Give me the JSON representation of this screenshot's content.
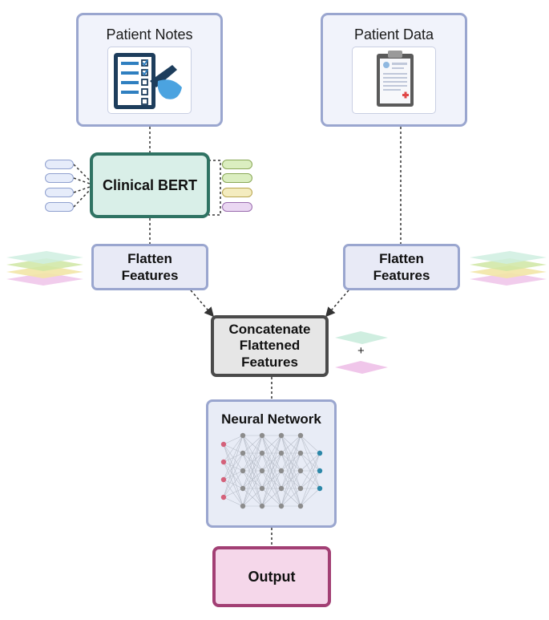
{
  "nodes": {
    "patient_notes": {
      "title": "Patient Notes",
      "icon": "checklist-writing-icon"
    },
    "patient_data": {
      "title": "Patient Data",
      "icon": "clipboard-record-icon"
    },
    "clinical_bert": {
      "label": "Clinical BERT"
    },
    "flatten_left": {
      "line1": "Flatten",
      "line2": "Features"
    },
    "flatten_right": {
      "line1": "Flatten",
      "line2": "Features"
    },
    "concatenate": {
      "line1": "Concatenate",
      "line2": "Flattened",
      "line3": "Features"
    },
    "neural_network": {
      "title": "Neural Network",
      "icon": "neural-network-icon"
    },
    "output": {
      "label": "Output"
    }
  },
  "concat_symbol": "+",
  "colors": {
    "input_border": "#9aa6cf",
    "bert_border": "#2f7363",
    "bert_fill": "#d9efe8",
    "concat_border": "#4a4a4a",
    "output_border": "#a23f74",
    "output_fill": "#f5d7ea",
    "nn_input_node": "#d4617a",
    "nn_hidden_node": "#8c8c8c",
    "nn_output_node": "#2b87a8",
    "embedding_green": "#cfe6a3",
    "embedding_yellow": "#f2e6a6",
    "embedding_purple": "#e3c6f0"
  },
  "neural_network_layers": [
    4,
    5,
    5,
    5,
    5,
    3
  ]
}
